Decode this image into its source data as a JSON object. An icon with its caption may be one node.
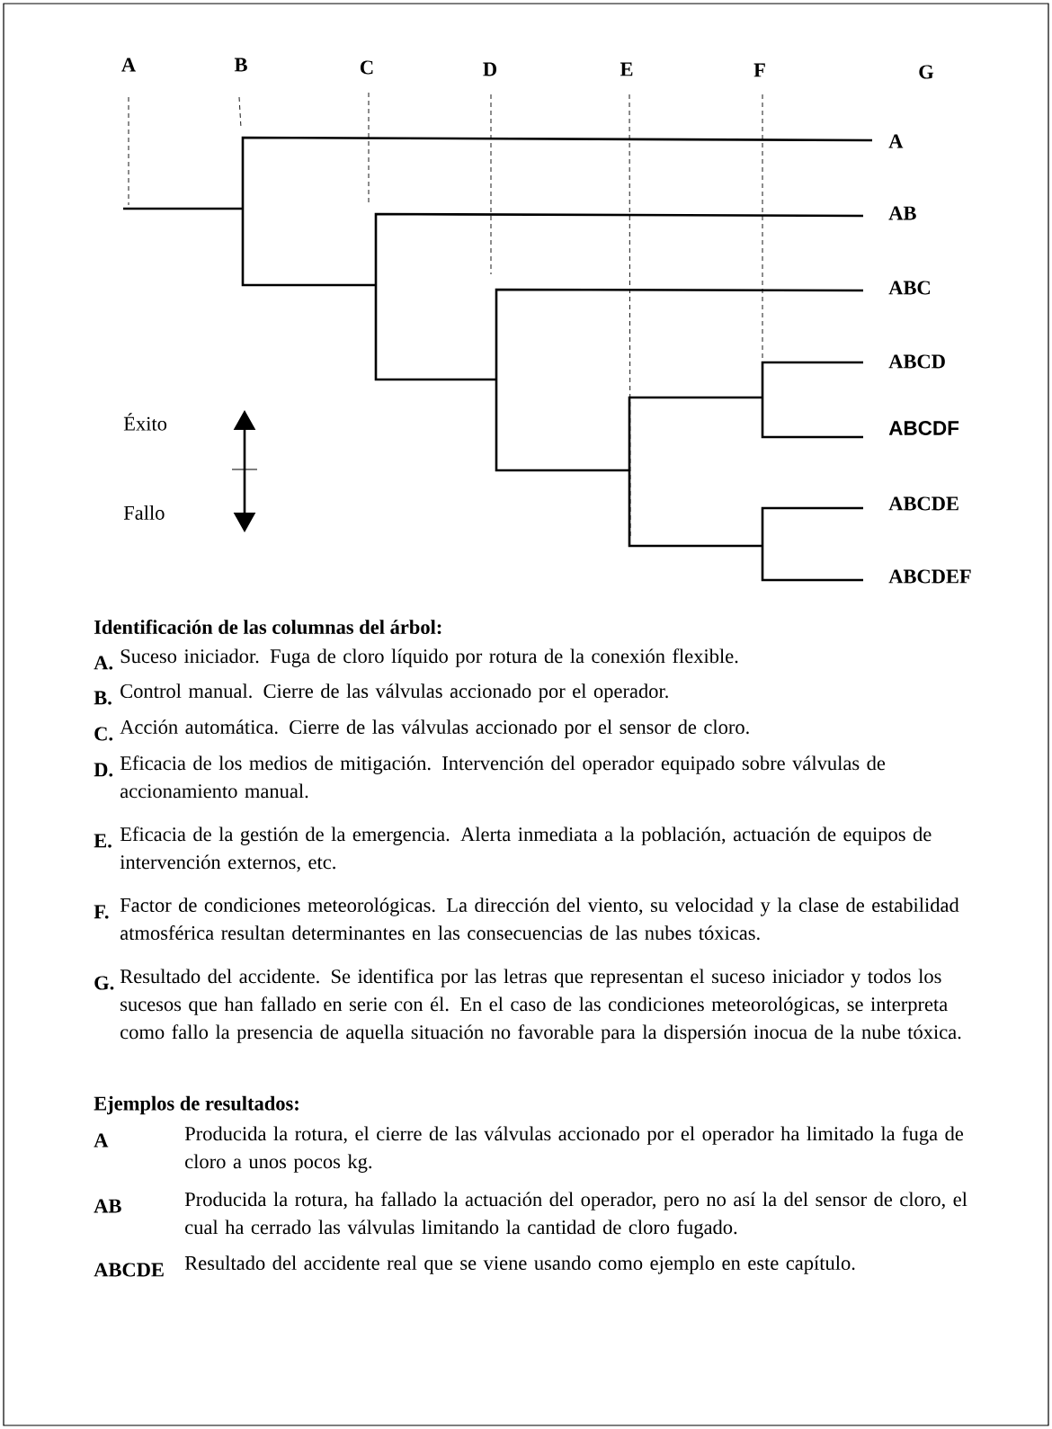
{
  "diagram": {
    "labels": [
      "A",
      "B",
      "C",
      "D",
      "E",
      "F",
      "G",
      "A",
      "AB",
      "ABC",
      "ABCD",
      "ABCDF",
      "ABCDE",
      "ABCDEF",
      "Éxito",
      "Fallo",
      "Identificación de las columnas del árbol:",
      "A.",
      "Suceso iniciador. Fuga de cloro líquido por rotura de la conexión flexible.",
      "B.",
      "Control manual. Cierre de las válvulas accionado por el operador.",
      "C.",
      "Acción automática. Cierre de las válvulas accionado por el sensor de cloro.",
      "D.",
      "Eficacia de los medios de mitigación. Intervención del operador equipado sobre válvulas de accionamiento manual.",
      "E.",
      "Eficacia de la gestión de la emergencia. Alerta inmediata a la población, actuación de equipos de intervención externos, etc.",
      "F.",
      "Factor de condiciones meteorológicas. La dirección del viento, su velocidad y la clase de estabilidad atmosférica resultan determinantes en las consecuencias de las nubes tóxicas.",
      "G.",
      "Resultado del accidente. Se identifica por las letras que representan el suceso iniciador y todos los sucesos que han fallado en serie con él. En el caso de las condiciones meteorológicas, se interpreta como fallo la presencia de aquella situación no favorable para la dispersión inocua de la nube tóxica.",
      "Ejemplos de resultados:",
      "A",
      "Producida la rotura, el cierre de las válvulas accionado por el operador ha limitado la fuga de cloro a unos pocos kg.",
      "AB",
      "Producida la rotura, ha fallado la actuación del operador, pero no así la del sensor de cloro, el cual ha cerrado las válvulas limitando la cantidad de cloro fugado.",
      "ABCDE",
      "Resultado del accidente real que se viene usando como ejemplo en este capítulo."
    ]
  }
}
